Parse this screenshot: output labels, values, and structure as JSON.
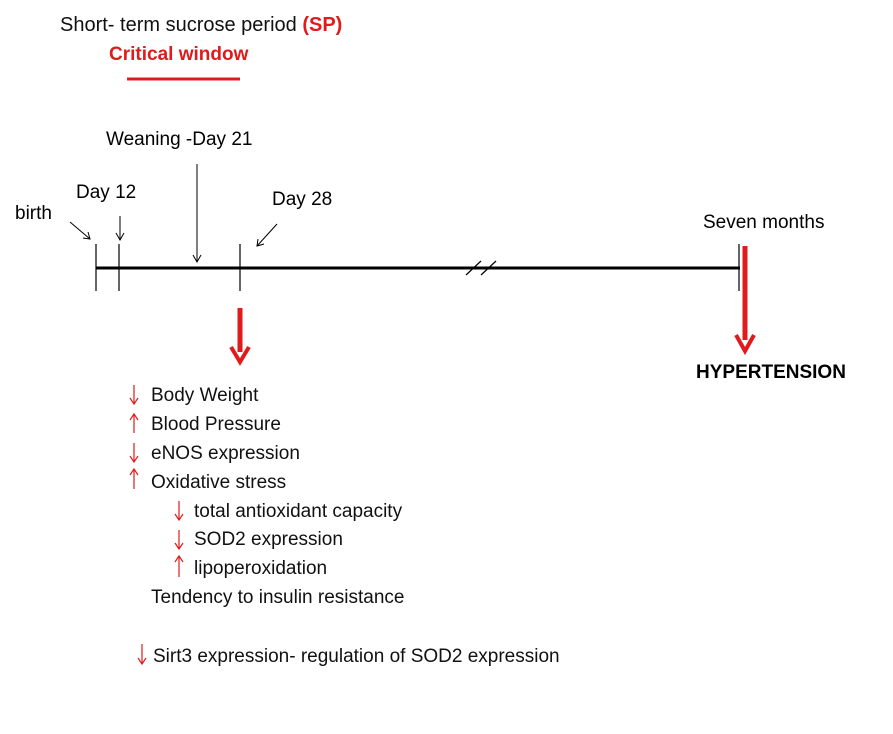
{
  "title": {
    "text": "Short- term sucrose period ",
    "abbr": "(SP)",
    "critical": "Critical window"
  },
  "timeline": {
    "birth": "birth",
    "day12": "Day 12",
    "weaning": "Weaning -Day 21",
    "day28": "Day 28",
    "seven_months": "Seven months"
  },
  "outcome": "HYPERTENSION",
  "effects": {
    "body_weight": "Body Weight",
    "blood_pressure": "Blood Pressure",
    "enos": "eNOS expression",
    "oxidative_stress": "Oxidative stress",
    "antioxidant": "total antioxidant capacity",
    "sod2": "SOD2 expression",
    "lipoperoxidation": "lipoperoxidation",
    "insulin": "Tendency to insulin resistance",
    "sirt3": "Sirt3 expression- regulation of SOD2 expression"
  },
  "colors": {
    "accent": "#e01b1b",
    "text": "#111111"
  }
}
